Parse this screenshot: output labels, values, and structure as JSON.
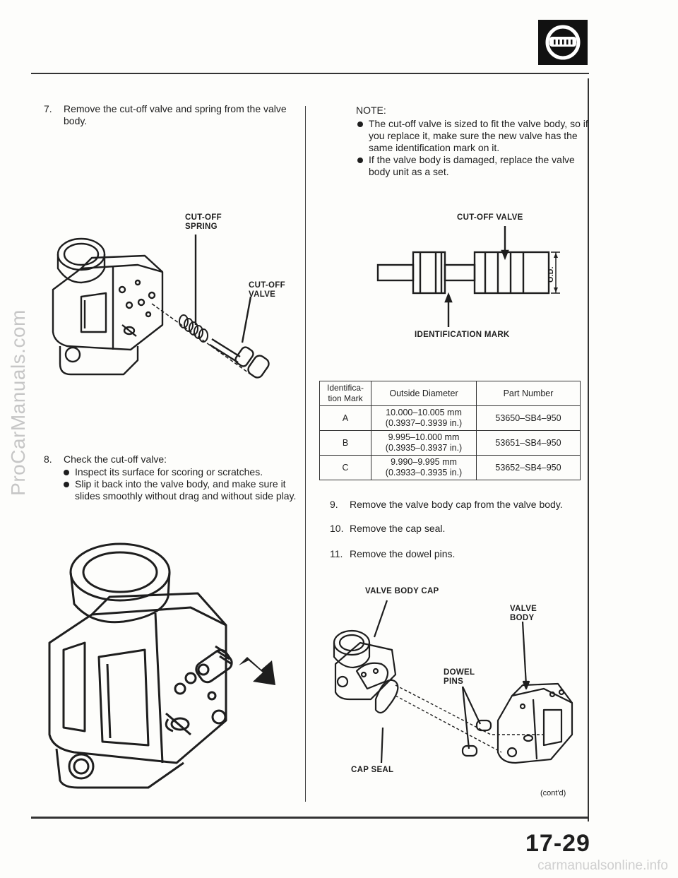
{
  "watermarks": {
    "left": "ProCarManuals.com",
    "bottom": "carmanualsonline.info"
  },
  "left_column": {
    "step7": {
      "number": "7.",
      "text": "Remove the cut-off valve and spring from the valve body."
    },
    "figure1": {
      "label_spring": "CUT-OFF SPRING",
      "label_valve": "CUT-OFF VALVE"
    },
    "step8": {
      "number": "8.",
      "text": "Check the cut-off valve:",
      "bullets": [
        "Inspect its surface for scoring or scratches.",
        "Slip it back into the valve body, and make sure it slides smoothly without drag and without side play."
      ]
    }
  },
  "right_column": {
    "note": {
      "heading": "NOTE:",
      "bullets": [
        "The cut-off valve is sized to fit the valve body, so if you replace it, make sure the new valve has the same identification mark on it.",
        "If the valve body is damaged, replace the valve body unit as a set."
      ]
    },
    "figure2": {
      "label_valve": "CUT-OFF VALVE",
      "label_mark": "IDENTIFICATION MARK",
      "label_od": "O.D."
    },
    "table": {
      "headers": [
        "Identifica-tion Mark",
        "Outside Diameter",
        "Part Number"
      ],
      "rows": [
        {
          "mark": "A",
          "od_mm": "10.000–10.005 mm",
          "od_in": "(0.3937–0.3939 in.)",
          "part": "53650–SB4–950"
        },
        {
          "mark": "B",
          "od_mm": "9.995–10.000 mm",
          "od_in": "(0.3935–0.3937 in.)",
          "part": "53651–SB4–950"
        },
        {
          "mark": "C",
          "od_mm": "9.990–9.995 mm",
          "od_in": "(0.3933–0.3935 in.)",
          "part": "53652–SB4–950"
        }
      ]
    },
    "step9": {
      "number": "9.",
      "text": "Remove the valve body cap from the valve body."
    },
    "step10": {
      "number": "10.",
      "text": "Remove the cap seal."
    },
    "step11": {
      "number": "11.",
      "text": "Remove the dowel pins."
    },
    "figure3": {
      "label_cap": "VALVE BODY CAP",
      "label_body": "VALVE BODY",
      "label_pins": "DOWEL PINS",
      "label_seal": "CAP SEAL"
    },
    "contd": "(cont'd)"
  },
  "page_number": "17-29",
  "section_icon": "steering-wheel-icon"
}
